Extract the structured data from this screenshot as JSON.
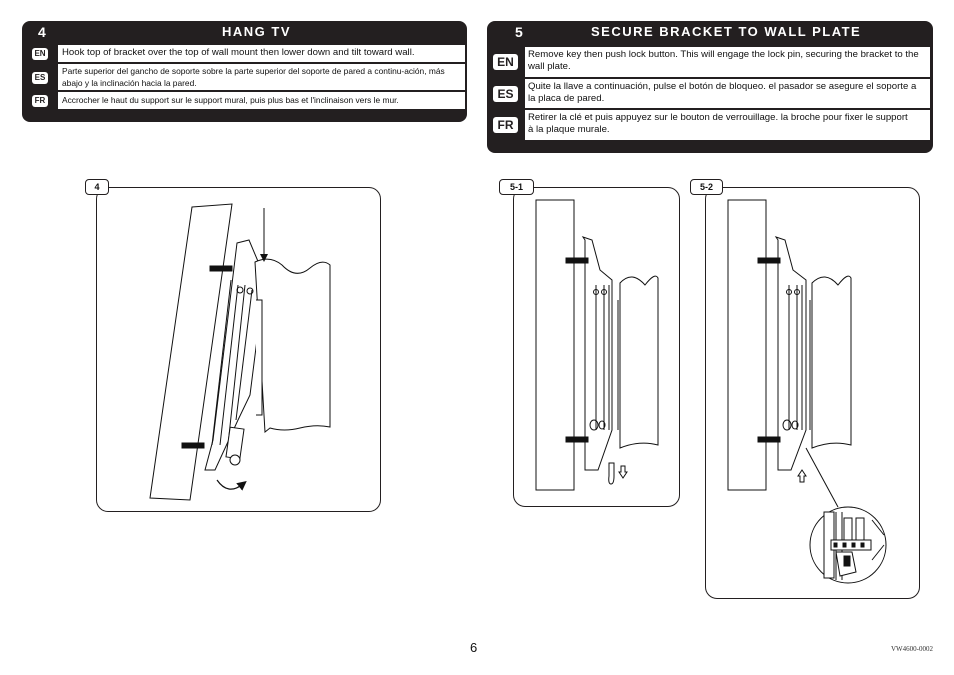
{
  "step4": {
    "number": "4",
    "title": "HANG TV",
    "rows": [
      {
        "lang": "EN",
        "text": "Hook top of bracket over the top of wall mount then lower down and tilt toward wall."
      },
      {
        "lang": "ES",
        "text": "Parte superior del gancho de soporte sobre la parte superior del soporte de pared a continu-ación, más abajo y la inclinación hacia la pared."
      },
      {
        "lang": "FR",
        "text": "Accrocher le haut du support sur le support mural, puis plus bas et l'inclinaison vers le mur."
      }
    ]
  },
  "step5": {
    "number": "5",
    "title": "SECURE BRACKET TO WALL PLATE",
    "rows": [
      {
        "lang": "EN",
        "text": "Remove key then push lock button.  This will engage the lock pin, securing the bracket to the wall plate."
      },
      {
        "lang": "ES",
        "text": "Quite la llave a continuación, pulse el botón de bloqueo. el pasador se asegure el soporte a la placa de pared."
      },
      {
        "lang": "FR",
        "text": "Retirer la clé et puis appuyez sur le bouton de verrouillage. la broche pour fixer le support à la plaque murale."
      }
    ]
  },
  "figures": {
    "fig4_label": "4",
    "fig51_label": "5-1",
    "fig52_label": "5-2"
  },
  "footer": {
    "page_number": "6",
    "doc_code": "VW4600-0002"
  }
}
